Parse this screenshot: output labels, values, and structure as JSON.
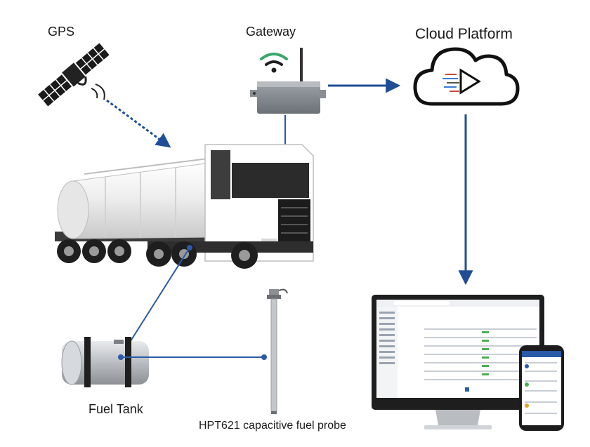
{
  "labels": {
    "gps": "GPS",
    "gateway": "Gateway",
    "cloud": "Cloud Platform",
    "fuel_tank": "Fuel Tank",
    "probe": "HPT621 capacitive fuel probe"
  },
  "colors": {
    "arrow": "#1f4e96",
    "connector": "#2a5aa8",
    "tanker": "#f4f4f4",
    "cab": "#ffffff",
    "steel": "#c9ccd0"
  },
  "icons": [
    "satellite-icon",
    "wifi-icon",
    "cloud-icon",
    "monitor-icon",
    "phone-icon"
  ]
}
